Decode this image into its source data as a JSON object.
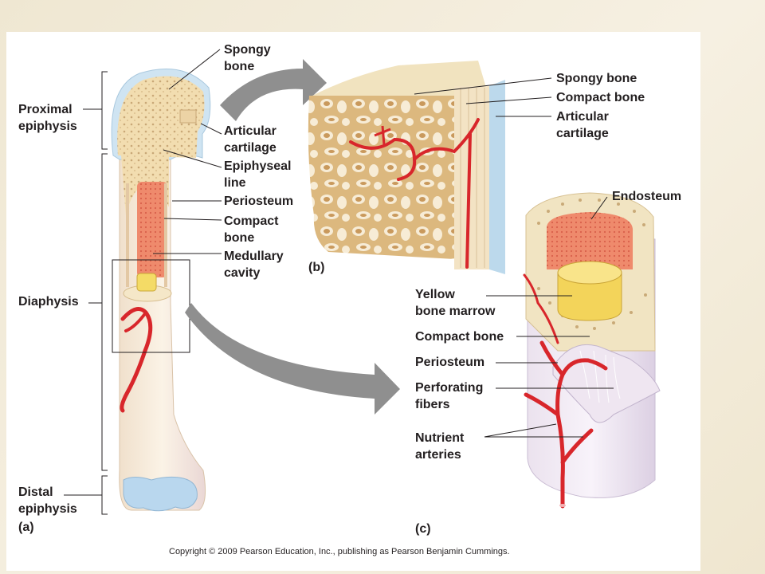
{
  "labels": {
    "spongy_bone_a": "Spongy\nbone",
    "proximal_epiphysis": "Proximal\nepiphysis",
    "articular_cartilage_a": "Articular\ncartilage",
    "epiphyseal_line": "Epiphyseal\nline",
    "periosteum_a": "Periosteum",
    "compact_bone_a": "Compact\nbone",
    "medullary_cavity": "Medullary\ncavity",
    "diaphysis": "Diaphysis",
    "distal_epiphysis": "Distal\nepiphysis",
    "spongy_bone_b": "Spongy bone",
    "compact_bone_b": "Compact bone",
    "articular_cartilage_b": "Articular\ncartilage",
    "endosteum": "Endosteum",
    "yellow_bone_marrow": "Yellow\nbone marrow",
    "compact_bone_c": "Compact bone",
    "periosteum_c": "Periosteum",
    "perforating_fibers": "Perforating\nfibers",
    "nutrient_arteries": "Nutrient\narteries"
  },
  "panels": {
    "a": "(a)",
    "b": "(b)",
    "c": "(c)"
  },
  "copyright": "Copyright © 2009 Pearson Education, Inc., publishing as Pearson Benjamin Cummings.",
  "colors": {
    "bone": "#f3dfb5",
    "spongy": "#e9cf98",
    "cartilage": "#bcd9ec",
    "marrow_red": "#f0846a",
    "marrow_yellow": "#f5dc6a",
    "artery": "#d8262b",
    "periosteum": "#e4dbe8",
    "arrow": "#8f8f8f"
  }
}
